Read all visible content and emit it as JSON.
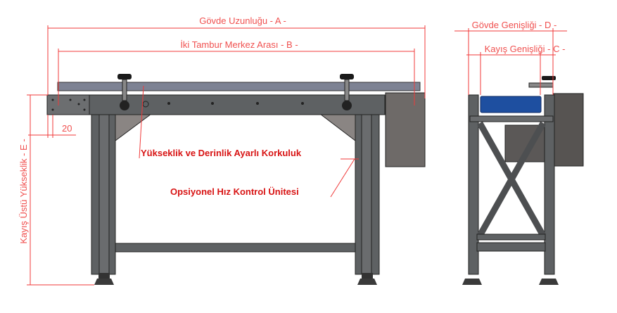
{
  "front_view": {
    "dim_a": "Gövde Uzunluğu - A -",
    "dim_b": "İki Tambur Merkez Arası - B -",
    "dim_e": "Kayış Üstü Yükseklik - E -",
    "dim_offset": "20",
    "label_guardrail": "Yükseklik ve Derinlik Ayarlı Korkuluk",
    "label_speed_control": "Opsiyonel Hız Kontrol Ünitesi"
  },
  "side_view": {
    "dim_d": "Gövde Genişliği - D -",
    "dim_c": "Kayış Genişliği - C -"
  },
  "colors": {
    "dimension": "#f0504f",
    "label": "#d81414",
    "belt": "#1e4fa0",
    "frame": "#5e6163"
  }
}
